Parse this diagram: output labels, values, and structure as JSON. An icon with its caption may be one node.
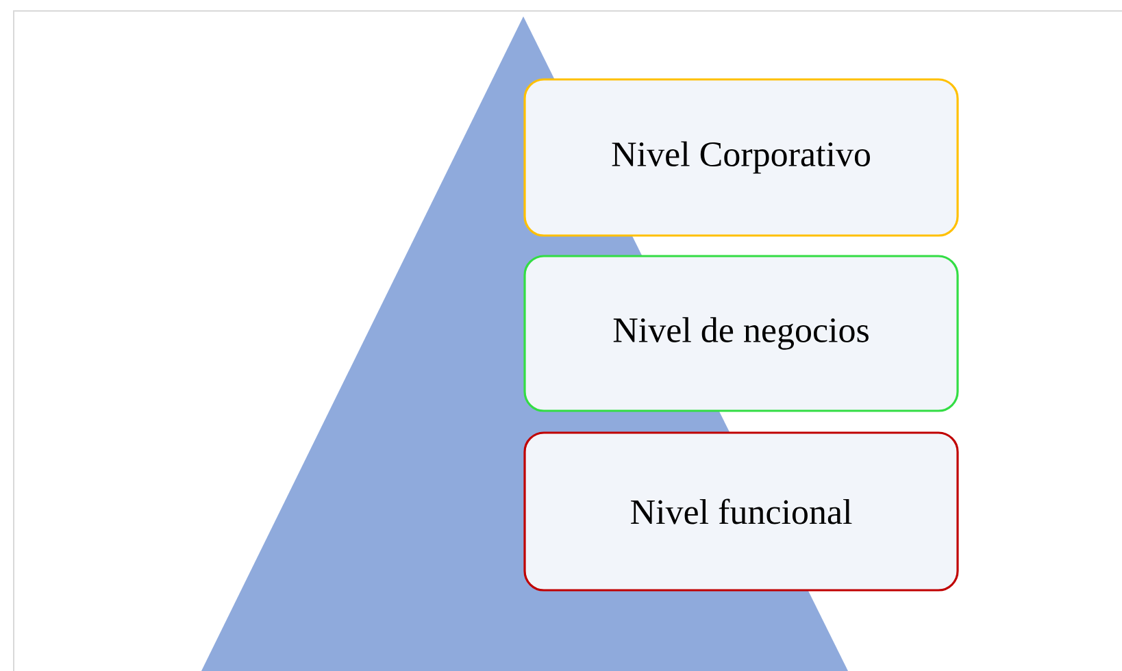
{
  "diagram": {
    "nodes": [
      {
        "text": [
          "Nivel Corporativo"
        ]
      },
      {
        "text": [
          "Nivel de negocios"
        ]
      },
      {
        "text": [
          "Nivel funcional"
        ]
      }
    ]
  }
}
